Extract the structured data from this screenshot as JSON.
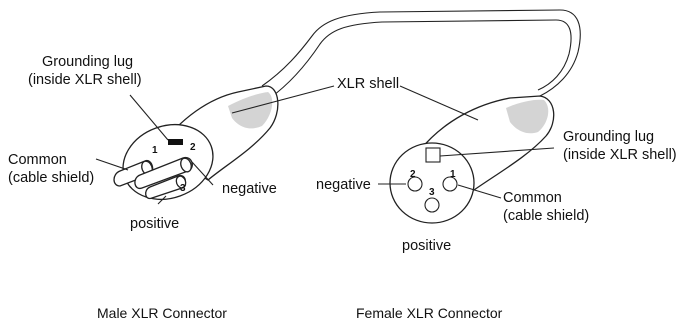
{
  "labels": {
    "male_grounding_lug": [
      "Grounding lug",
      "(inside XLR shell)"
    ],
    "male_common": [
      "Common",
      "(cable shield)"
    ],
    "male_negative": "negative",
    "male_positive": "positive",
    "xlr_shell": "XLR shell",
    "female_grounding_lug": [
      "Grounding lug",
      "(inside XLR shell)"
    ],
    "female_negative": "negative",
    "female_common": [
      "Common",
      "(cable shield)"
    ],
    "female_positive": "positive"
  },
  "pins": {
    "male": [
      "1",
      "2",
      "3"
    ],
    "female": [
      "2",
      "1",
      "3"
    ]
  },
  "captions": {
    "male": "Male XLR Connector",
    "female": "Female XLR Connector"
  }
}
